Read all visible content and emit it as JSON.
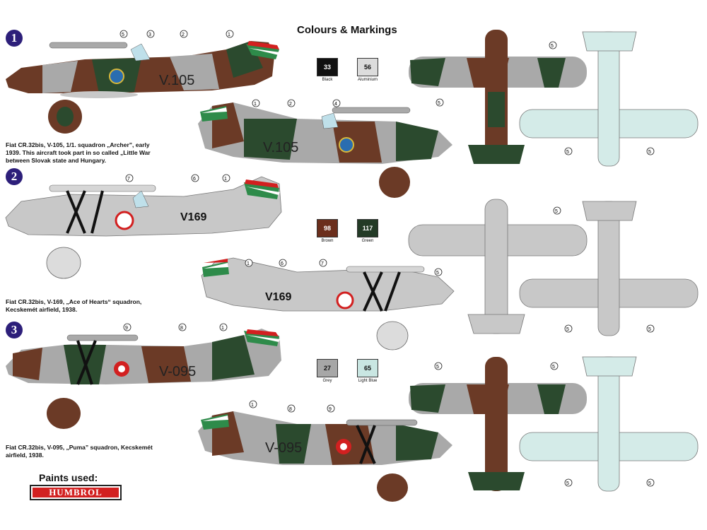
{
  "title": "Colours & Markings",
  "schemes": [
    {
      "number": "1",
      "serial": "V.105",
      "caption": [
        "Fiat CR.32bis, V-105, 1/1. squadron „Archer”, early",
        "1939. This aircraft took part in so called „Little War",
        "between Slovak state and Hungary."
      ],
      "callouts": [
        "1",
        "2",
        "3",
        "4",
        "5"
      ]
    },
    {
      "number": "2",
      "serial": "V169",
      "caption": [
        "Fiat CR.32bis, V-169, „Ace of Hearts“ squadron,",
        "Kecskemét airfield, 1938."
      ],
      "callouts": [
        "1",
        "5",
        "6",
        "7"
      ]
    },
    {
      "number": "3",
      "serial": "V-095",
      "caption": [
        "Fiat CR.32bis, V-095, „Puma” squadron, Kecskemét",
        "airfield, 1938."
      ],
      "callouts": [
        "1",
        "5",
        "8",
        "9"
      ]
    }
  ],
  "paints": [
    {
      "code": "33",
      "name": "Black",
      "color": "#111111",
      "text_color": "#ffffff"
    },
    {
      "code": "56",
      "name": "Aluminium",
      "color": "#dcdcdc",
      "text_color": "#111111"
    },
    {
      "code": "98",
      "name": "Brown",
      "color": "#6b2e1c",
      "text_color": "#ffffff"
    },
    {
      "code": "117",
      "name": "Green",
      "color": "#233b26",
      "text_color": "#ffffff"
    },
    {
      "code": "27",
      "name": "Grey",
      "color": "#a7a7a7",
      "text_color": "#111111"
    },
    {
      "code": "65",
      "name": "Light Blue",
      "color": "#c9e6e2",
      "text_color": "#111111"
    }
  ],
  "paints_used_label": "Paints used:",
  "brand": "HUMBROL",
  "colors": {
    "brown": "#6b3a26",
    "green": "#2b4a2e",
    "grey": "#a9a9a9",
    "aluminium": "#c8c8c8",
    "light_blue": "#d4ebe8",
    "badge": "#2d1f7a",
    "red": "#d22020"
  }
}
